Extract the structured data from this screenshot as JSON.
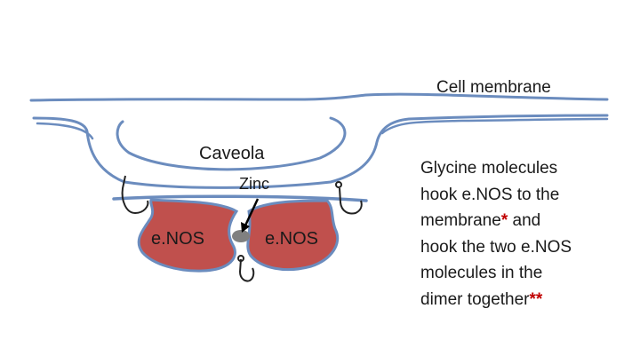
{
  "labels": {
    "cell_membrane": "Cell membrane",
    "caveola": "Caveola",
    "zinc": "Zinc",
    "enos_left": "e.NOS",
    "enos_right": "e.NOS"
  },
  "description": {
    "line1": "Glycine molecules",
    "line2": "hook e.NOS to the",
    "line3a": "membrane",
    "line3_star": "*",
    "line3b": " and",
    "line4": "hook the two e.NOS",
    "line5": "molecules in the",
    "line6": "dimer together",
    "line6_star": "**"
  },
  "colors": {
    "membrane": "#6b8cbe",
    "enos_fill": "#c0504d",
    "enos_outline": "#6b8cbe",
    "zinc": "#808080",
    "hook": "#222222",
    "asterisk": "#c00000"
  }
}
